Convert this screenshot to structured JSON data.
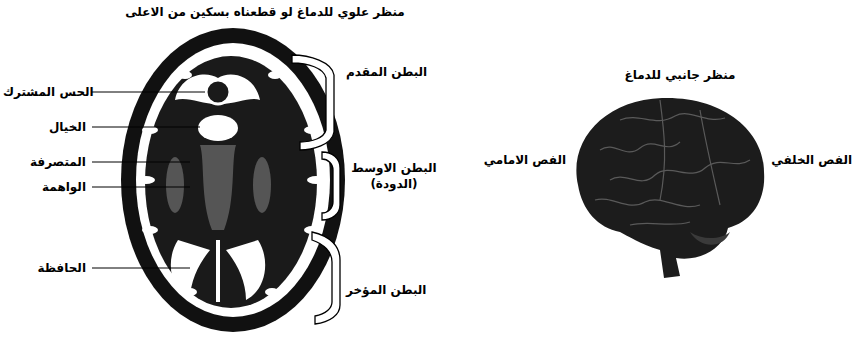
{
  "diagram": {
    "title": "منظر علوي للدماغ لو قطعناه بسكين من الاعلى",
    "labels": [
      "منظر جانبي للدماغ",
      "الحس المشترك",
      "الخيال",
      "المتصرفة",
      "الواهمة",
      "الحافظة",
      "البطن المقدم",
      "البطن الاوسط (الدودة)",
      "البطن المؤخر",
      "الفص الخلفي",
      "الفص الامامي"
    ]
  }
}
